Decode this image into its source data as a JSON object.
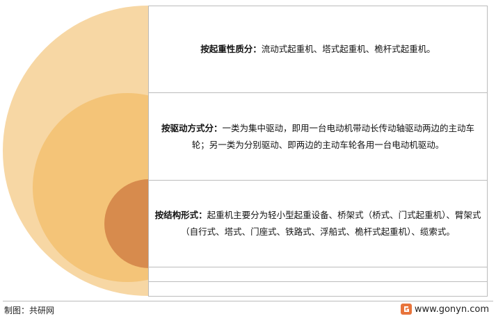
{
  "colors": {
    "outer_arc": "#f7d7a4",
    "middle_arc": "#f4c478",
    "inner_arc": "#d78b4d",
    "logo": "#e8743b"
  },
  "items": [
    {
      "heading": "按起重性质分：",
      "text": "流动式起重机、塔式起重机、桅杆式起重机。"
    },
    {
      "heading": "按驱动方式分：",
      "text": "一类为集中驱动，即用一台电动机带动长传动轴驱动两边的主动车轮；另一类为分别驱动、即两边的主动车轮各用一台电动机驱动。"
    },
    {
      "heading": "按结构形式：",
      "text": "起重机主要分为轻小型起重设备、桥架式（桥式、门式起重机）、臂架式（自行式、塔式、门座式、铁路式、浮船式、桅杆式起重机）、缆索式。"
    }
  ],
  "footer": {
    "source": "制图：共研网",
    "website": "www.gonyn.com",
    "logo_icon": "gonyn-logo-icon"
  }
}
